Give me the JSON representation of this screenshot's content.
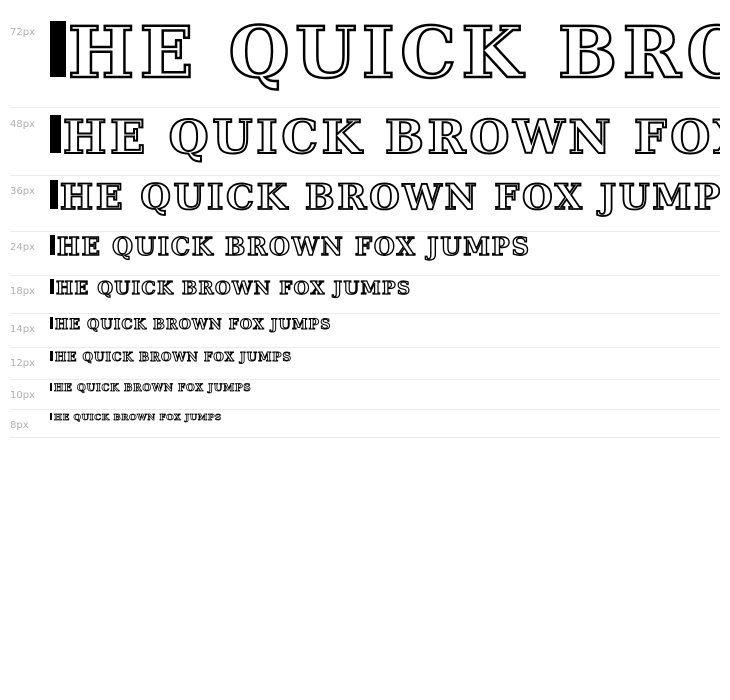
{
  "rows": [
    {
      "size": "72px",
      "text": "HE QUICK BROWN FOX JUMPS"
    },
    {
      "size": "48px",
      "text": "HE QUICK BROWN FOX JUMPS"
    },
    {
      "size": "36px",
      "text": "HE QUICK BROWN FOX JUMPS"
    },
    {
      "size": "24px",
      "text": "HE QUICK BROWN FOX JUMPS"
    },
    {
      "size": "18px",
      "text": "HE QUICK BROWN FOX JUMPS"
    },
    {
      "size": "14px",
      "text": "HE QUICK BROWN FOX JUMPS"
    },
    {
      "size": "12px",
      "text": "HE QUICK BROWN FOX JUMPS"
    },
    {
      "size": "10px",
      "text": "HE QUICK BROWN FOX JUMPS"
    },
    {
      "size": "8px",
      "text": "HE QUICK BROWN FOX JUMPS"
    }
  ]
}
